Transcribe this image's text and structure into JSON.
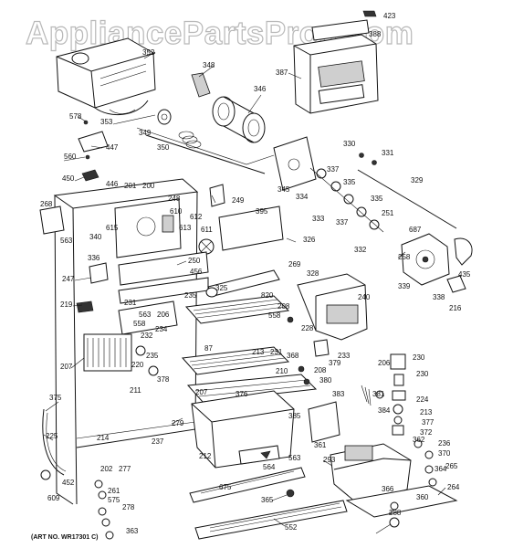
{
  "watermark": "AppliancePartsPros.com",
  "art_number": "(ART NO. WR17301 C)",
  "callouts": [
    "423",
    "388",
    "352",
    "387",
    "348",
    "346",
    "578",
    "353",
    "349",
    "350",
    "447",
    "560",
    "345",
    "330",
    "331",
    "337",
    "334",
    "335",
    "329",
    "450",
    "446",
    "201",
    "200",
    "248",
    "249",
    "268",
    "610",
    "612",
    "395",
    "615",
    "613",
    "611",
    "340",
    "333",
    "337",
    "335",
    "251",
    "563",
    "326",
    "687",
    "250",
    "456",
    "336",
    "332",
    "258",
    "269",
    "328",
    "435",
    "247",
    "325",
    "339",
    "338",
    "216",
    "235",
    "820",
    "240",
    "219",
    "231",
    "208",
    "558",
    "563",
    "206",
    "228",
    "558",
    "234",
    "232",
    "207",
    "213",
    "231",
    "368",
    "233",
    "235",
    "87",
    "379",
    "230",
    "220",
    "378",
    "206",
    "210",
    "208",
    "380",
    "230",
    "211",
    "207",
    "376",
    "383",
    "381",
    "224",
    "375",
    "384",
    "213",
    "385",
    "377",
    "372",
    "361",
    "362",
    "236",
    "279",
    "225",
    "214",
    "237",
    "212",
    "563",
    "370",
    "293",
    "202",
    "277",
    "564",
    "675",
    "364",
    "265",
    "452",
    "575",
    "366",
    "360",
    "264",
    "609",
    "261",
    "278",
    "365",
    "288",
    "552",
    "363"
  ]
}
